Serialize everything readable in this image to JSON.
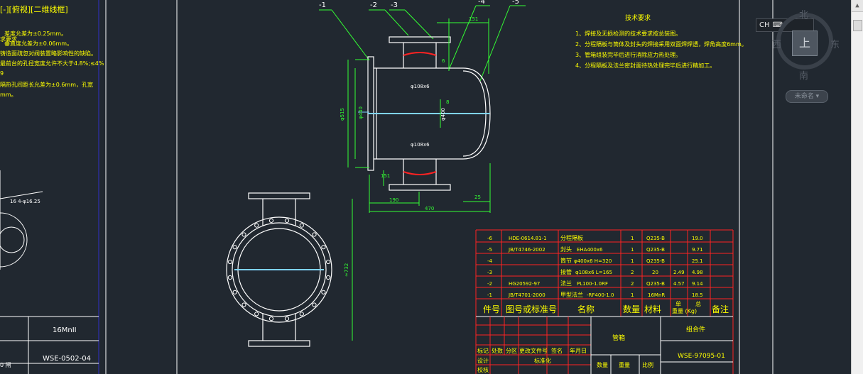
{
  "app": {
    "view_tabs_label": "[-][俯视][二维线框]"
  },
  "left_notes": [
    "求要求",
    "差度允差为±0.25mm。",
    "垂直度允差为±0.06mm。",
    "铸造面疏忽对阀装置略影响性的缺陷。",
    "最前台的孔径宽度允许不大于4.8%;≤4%",
    "9",
    "隔热孔间距长允差为±0.6mm，孔宽",
    "mm。"
  ],
  "left_dims": {
    "dim1": "16 4-φ16.25",
    "part_material": "16MnII",
    "part_code": "WSE-0502-04",
    "corner_text": "0 闸"
  },
  "callouts": [
    "-1",
    "-2",
    "-3",
    "-4",
    "-5"
  ],
  "tech_requirements": {
    "title": "技术要求",
    "items": [
      "1、焊接及无损检测的技术要求按总装图。",
      "2、分程隔板与筒体及封头的焊接采用双面焊焊透，焊角高度6mm。",
      "3、管箱组装完毕后进行消除应力热处理。",
      "4、分程隔板及法兰密封面待热处理完毕后进行精加工。"
    ]
  },
  "dimensions": {
    "d151_top": "151",
    "d6": "6",
    "d8": "8",
    "phi108_top": "φ108x6",
    "phi108_bot": "φ108x6",
    "phi515": "φ515",
    "phi440": "φ440",
    "phi400": "φ400",
    "d151_bot": "151",
    "d190": "190",
    "d25": "25",
    "d470": "470",
    "d732": "≈732"
  },
  "bom": {
    "rows": [
      {
        "no": "-6",
        "std": "HDE-0614.81-1",
        "name": "分程隔板",
        "spec": "",
        "qty": "1",
        "mat": "Q235-B",
        "unit": "",
        "total": "19.0",
        "note": ""
      },
      {
        "no": "-5",
        "std": "JB/T4746-2002",
        "name": "封头",
        "spec": "EHA400x6",
        "qty": "1",
        "mat": "Q235-B",
        "unit": "",
        "total": "9.71",
        "note": ""
      },
      {
        "no": "-4",
        "std": "",
        "name": "筒节",
        "spec": "φ400x6  H=320",
        "qty": "1",
        "mat": "Q235-B",
        "unit": "",
        "total": "25.1",
        "note": ""
      },
      {
        "no": "-3",
        "std": "",
        "name": "接管",
        "spec": "φ108x6 L=165",
        "qty": "2",
        "mat": "20",
        "unit": "2.49",
        "total": "4.98",
        "note": ""
      },
      {
        "no": "-2",
        "std": "HG20592-97",
        "name": "法兰",
        "spec": "PL100-1.0RF",
        "qty": "2",
        "mat": "Q235-B",
        "unit": "4.57",
        "total": "9.14",
        "note": ""
      },
      {
        "no": "-1",
        "std": "JB/T4701-2000",
        "name": "甲型法兰",
        "spec": "-RF400-1.0",
        "qty": "1",
        "mat": "16MnR",
        "unit": "",
        "total": "18.5",
        "note": ""
      }
    ],
    "header": {
      "no": "件号",
      "std": "图号或标准号",
      "name": "名称",
      "qty": "数量",
      "mat": "材料",
      "unit": "单",
      "weight_label": "重量 (Kg)",
      "total": "总",
      "note": "备注"
    }
  },
  "title_block": {
    "name": "管箱",
    "assembly": "组合件",
    "code": "WSE-97095-01",
    "labels": [
      "标记",
      "处数",
      "分区",
      "更改文件号",
      "签名",
      "年月日"
    ],
    "design": "设计",
    "standardize": "标准化",
    "check": "校核",
    "qty": "数量",
    "weight": "重量",
    "scale": "比例"
  },
  "viewcube": {
    "north": "北",
    "south": "南",
    "east": "东",
    "west": "西",
    "top": "上",
    "ucs": "未命名 ▾"
  },
  "ime": {
    "label": "CH"
  },
  "colors": {
    "background": "#212830",
    "line_white": "#ffffff",
    "line_cyan": "#7fd4ff",
    "line_green": "#33ff33",
    "text_yellow": "#ffff00",
    "red": "#ff2222",
    "blue_border": "#3030c8"
  }
}
